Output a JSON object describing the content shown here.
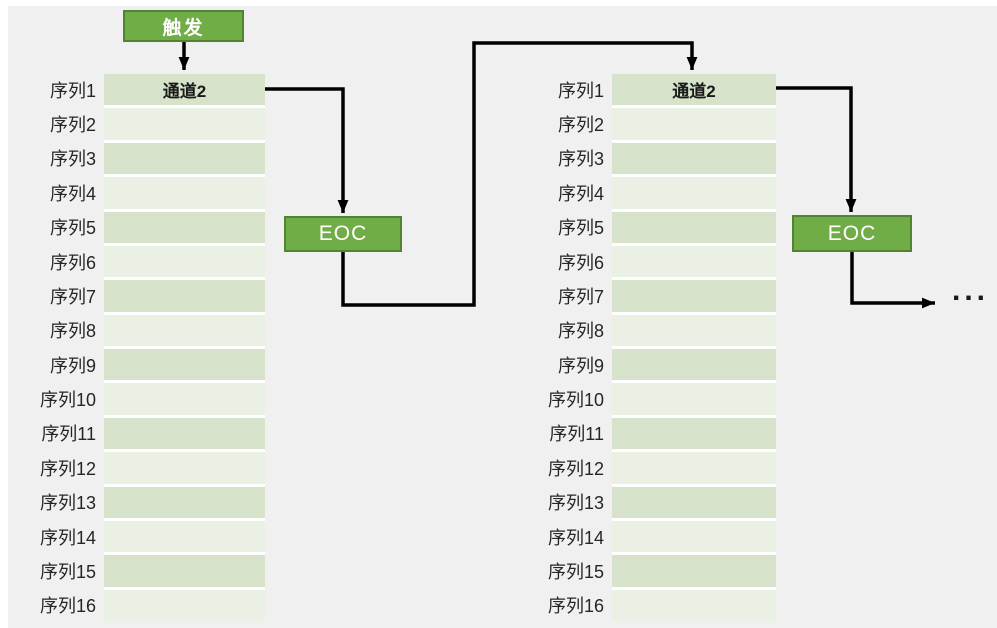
{
  "colors": {
    "canvas_bg": "#f0f0f0",
    "page_bg": "#ffffff",
    "band_dark": "#d6e2ca",
    "band_light": "#ebf0e5",
    "green": "#70ad47",
    "green_border": "#548235",
    "arrow": "#000000"
  },
  "trigger": {
    "label": "触发"
  },
  "groups": [
    {
      "name": "first-scan",
      "eoc_label": "EOC",
      "rows": [
        {
          "label": "序列1",
          "channel": "通道2"
        },
        {
          "label": "序列2",
          "channel": ""
        },
        {
          "label": "序列3",
          "channel": ""
        },
        {
          "label": "序列4",
          "channel": ""
        },
        {
          "label": "序列5",
          "channel": ""
        },
        {
          "label": "序列6",
          "channel": ""
        },
        {
          "label": "序列7",
          "channel": ""
        },
        {
          "label": "序列8",
          "channel": ""
        },
        {
          "label": "序列9",
          "channel": ""
        },
        {
          "label": "序列10",
          "channel": ""
        },
        {
          "label": "序列11",
          "channel": ""
        },
        {
          "label": "序列12",
          "channel": ""
        },
        {
          "label": "序列13",
          "channel": ""
        },
        {
          "label": "序列14",
          "channel": ""
        },
        {
          "label": "序列15",
          "channel": ""
        },
        {
          "label": "序列16",
          "channel": ""
        }
      ]
    },
    {
      "name": "second-scan",
      "eoc_label": "EOC",
      "rows": [
        {
          "label": "序列1",
          "channel": "通道2"
        },
        {
          "label": "序列2",
          "channel": ""
        },
        {
          "label": "序列3",
          "channel": ""
        },
        {
          "label": "序列4",
          "channel": ""
        },
        {
          "label": "序列5",
          "channel": ""
        },
        {
          "label": "序列6",
          "channel": ""
        },
        {
          "label": "序列7",
          "channel": ""
        },
        {
          "label": "序列8",
          "channel": ""
        },
        {
          "label": "序列9",
          "channel": ""
        },
        {
          "label": "序列10",
          "channel": ""
        },
        {
          "label": "序列11",
          "channel": ""
        },
        {
          "label": "序列12",
          "channel": ""
        },
        {
          "label": "序列13",
          "channel": ""
        },
        {
          "label": "序列14",
          "channel": ""
        },
        {
          "label": "序列15",
          "channel": ""
        },
        {
          "label": "序列16",
          "channel": ""
        }
      ]
    }
  ],
  "ellipsis": "..."
}
